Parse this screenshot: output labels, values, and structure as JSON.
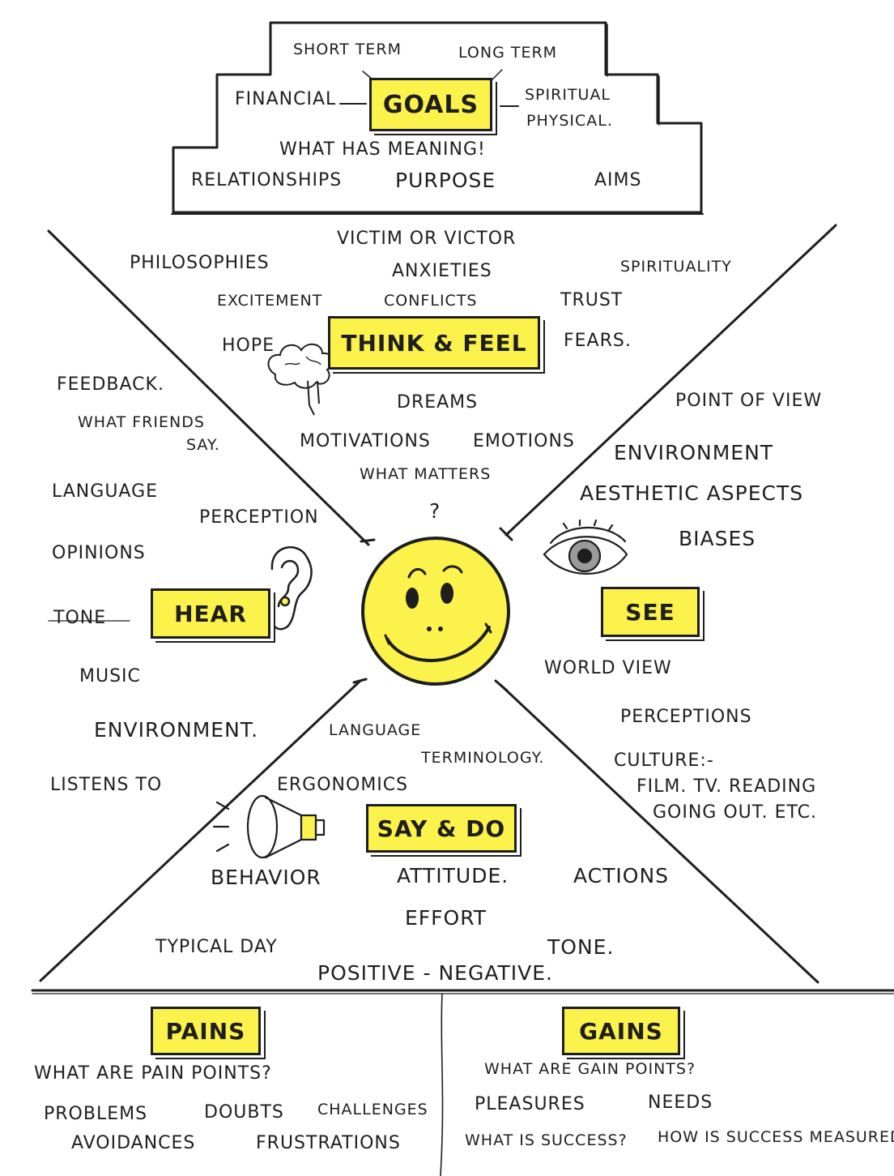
{
  "goals": {
    "title": "Goals",
    "items": {
      "short_term": "Short Term",
      "long_term": "Long Term",
      "financial": "Financial",
      "spiritual": "Spiritual",
      "physical": "Physical.",
      "meaning": "What has meaning!",
      "relationships": "Relationships",
      "purpose": "Purpose",
      "aims": "Aims"
    }
  },
  "think_feel": {
    "title": "Think & Feel",
    "items": {
      "victim": "Victim or Victor",
      "philosophies": "Philosophies",
      "anxieties": "Anxieties",
      "spirituality": "Spirituality",
      "excitement": "Excitement",
      "conflicts": "Conflicts",
      "trust": "Trust",
      "hope": "Hope",
      "fears": "Fears.",
      "dreams": "Dreams",
      "motivations": "Motivations",
      "emotions": "Emotions",
      "what_matters": "What matters"
    }
  },
  "hear": {
    "title": "Hear",
    "items": {
      "feedback": "Feedback.",
      "friends_1": "What friends",
      "friends_2": "say.",
      "language": "Language",
      "perception": "Perception",
      "opinions": "Opinions",
      "tone": "Tone",
      "music": "Music",
      "environment": "Environment.",
      "listens": "Listens to"
    }
  },
  "see": {
    "title": "See",
    "items": {
      "pov": "Point of view",
      "environment": "Environment",
      "aesthetic": "Aesthetic Aspects",
      "biases": "Biases",
      "world_view": "World view",
      "perceptions": "Perceptions",
      "culture": "Culture:-",
      "film": "Film. TV. Reading",
      "going_out": "Going out. etc."
    }
  },
  "say_do": {
    "title": "Say & Do",
    "items": {
      "language": "Language",
      "terminology": "Terminology.",
      "ergonomics": "Ergonomics",
      "behavior": "Behavior",
      "attitude": "Attitude.",
      "actions": "Actions",
      "effort": "Effort",
      "typical_day": "Typical Day",
      "tone": "Tone.",
      "pos_neg": "Positive - Negative."
    }
  },
  "pains": {
    "title": "Pains",
    "items": {
      "question": "What are pain points?",
      "problems": "Problems",
      "doubts": "Doubts",
      "challenges": "Challenges",
      "avoidances": "Avoidances",
      "frustrations": "Frustrations"
    }
  },
  "gains": {
    "title": "Gains",
    "items": {
      "question": "What are gain points?",
      "pleasures": "Pleasures",
      "needs": "Needs",
      "success": "What is success?",
      "measured": "How is success measured"
    }
  },
  "center": {
    "question": "?"
  },
  "colors": {
    "highlight": "#fbf24b",
    "ink": "#1e1e1e"
  },
  "icons": [
    "brain-icon",
    "ear-icon",
    "eye-icon",
    "megaphone-icon",
    "smiley-face-icon"
  ]
}
